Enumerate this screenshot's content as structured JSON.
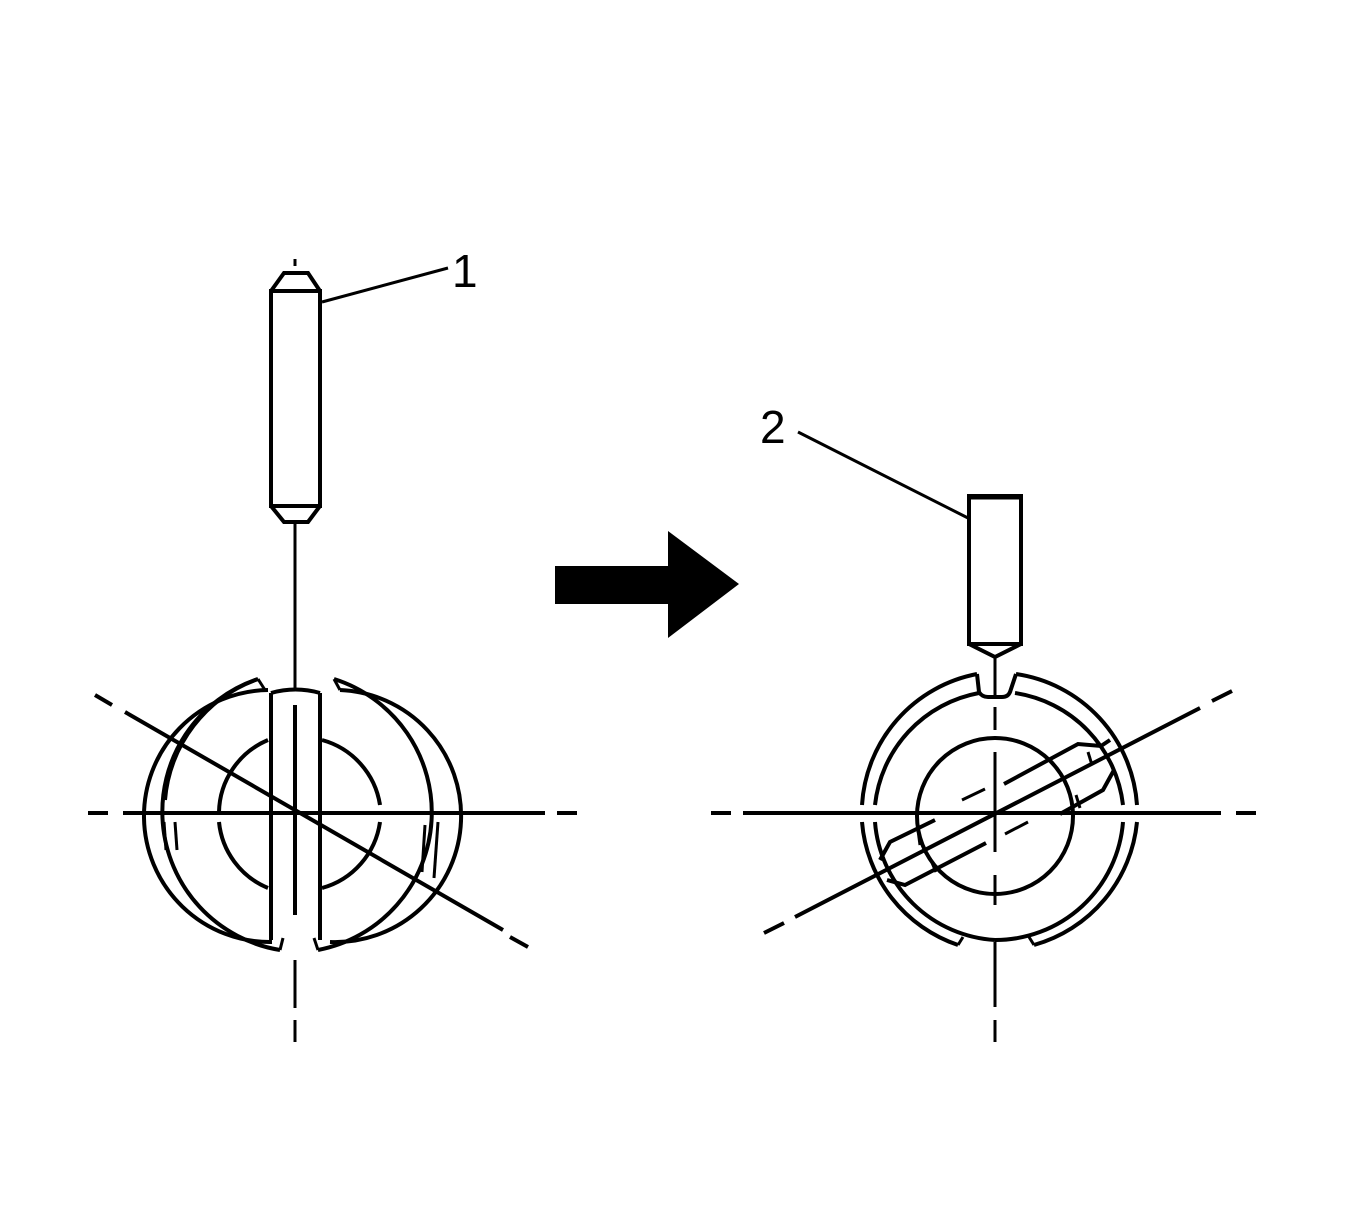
{
  "diagram": {
    "title": "",
    "background": "#ffffff",
    "stroke_color": "#000000",
    "callouts": [
      {
        "id": 1,
        "label": "1",
        "target": "spring pin (before installation)"
      },
      {
        "id": 2,
        "label": "2",
        "target": "punch / drift tool"
      }
    ],
    "panels": [
      {
        "name": "before",
        "description": "Retainer with spring pin inserted through slot, diagonal centerline marked as incorrect orientation"
      },
      {
        "name": "after",
        "description": "Retainer rotated with punch aligned to slot, diagonal centerline showing installed orientation"
      }
    ],
    "transition_arrow": {
      "direction": "right",
      "icon": "arrow-right-icon"
    }
  }
}
